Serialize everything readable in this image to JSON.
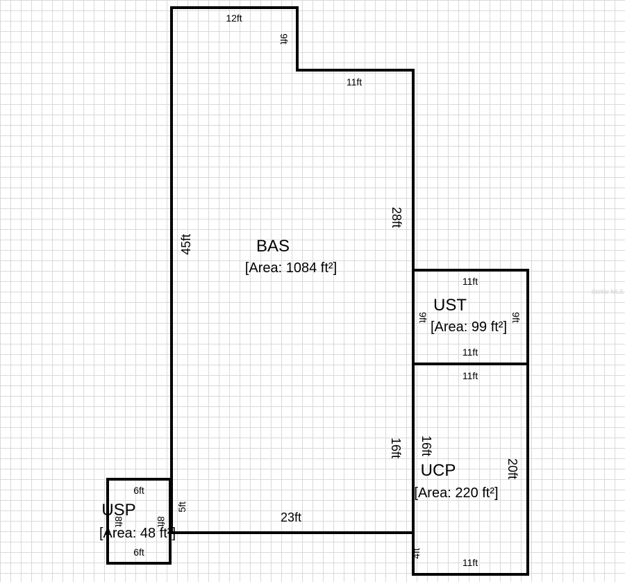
{
  "rooms": {
    "bas": {
      "name": "BAS",
      "area": "[Area: 1084 ft²]"
    },
    "ust": {
      "name": "UST",
      "area": "[Area: 99 ft²]"
    },
    "ucp": {
      "name": "UCP",
      "area": "[Area: 220 ft²]"
    },
    "usp": {
      "name": "USP",
      "area": "[Area: 48 ft²]"
    }
  },
  "dimensions": {
    "bas_top": "12ft",
    "bas_notch": "9ft",
    "bas_step": "11ft",
    "bas_right": "28ft",
    "bas_left": "45ft",
    "bas_lower_right": "16ft",
    "bas_bottom": "23ft",
    "bas_small": "5ft",
    "ust_top": "11ft",
    "ust_bottom": "11ft",
    "ust_left": "9ft",
    "ust_right": "9ft",
    "ucp_top": "11ft",
    "ucp_left": "16ft",
    "ucp_right": "20ft",
    "ucp_bottom": "11ft",
    "ucp_small": "4ft",
    "usp_top": "6ft",
    "usp_bottom": "6ft",
    "usp_left": "8ft",
    "usp_right": "8ft"
  },
  "watermark": "Stellar MLS"
}
